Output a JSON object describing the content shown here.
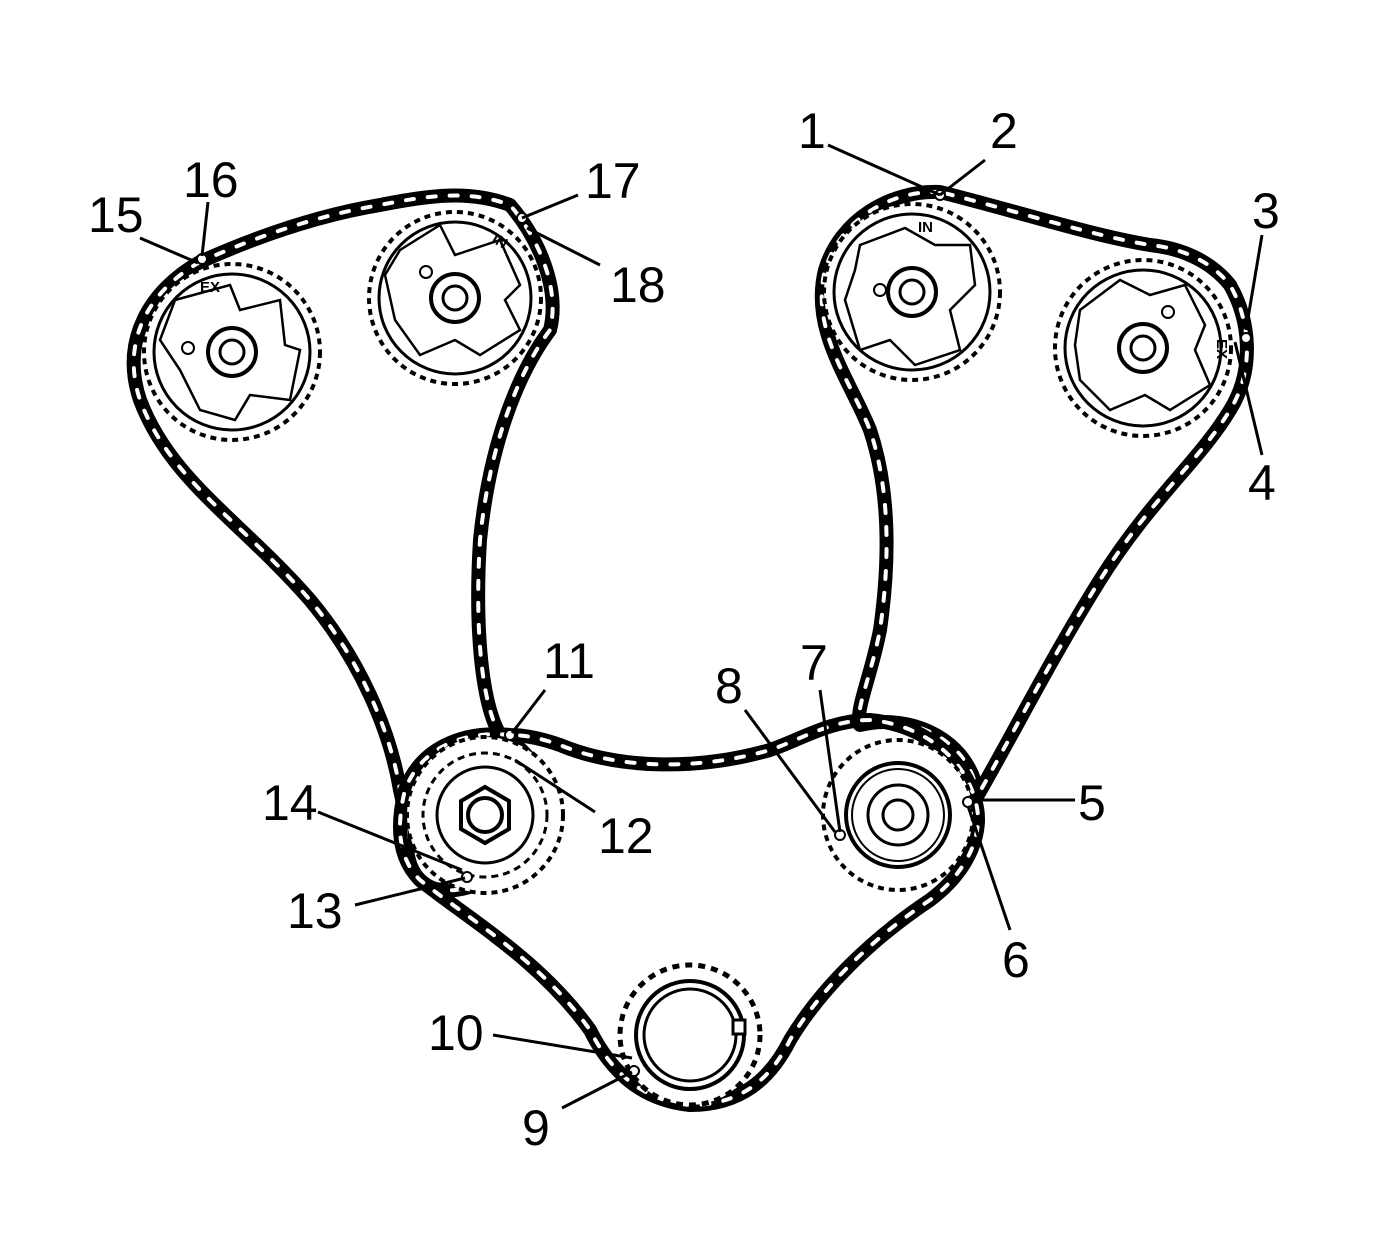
{
  "diagram": {
    "sprocket_marks": {
      "left_exhaust": "EX",
      "left_intake": "IN",
      "right_intake": "IN",
      "right_exhaust": "EX"
    },
    "callouts": [
      "1",
      "2",
      "3",
      "4",
      "5",
      "6",
      "7",
      "8",
      "9",
      "10",
      "11",
      "12",
      "13",
      "14",
      "15",
      "16",
      "17",
      "18"
    ],
    "colors": {
      "line": "#000000",
      "background": "#ffffff"
    }
  }
}
